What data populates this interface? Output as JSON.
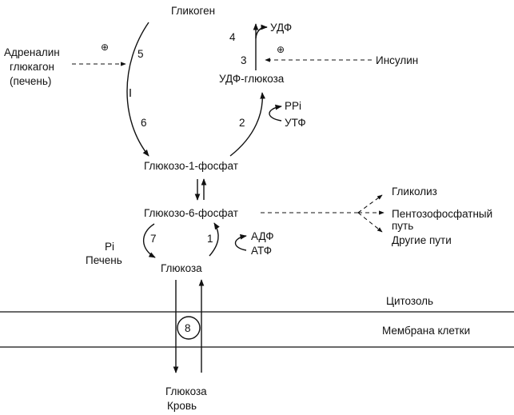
{
  "metabolites": {
    "glycogen": "Гликоген",
    "udp": "УДФ",
    "udp_glucose": "УДФ-глюкоза",
    "ppi": "PPi",
    "utp": "УТФ",
    "glucose_1p": "Глюкозо-1-фосфат",
    "glucose_6p": "Глюкозо-6-фосфат",
    "glycolysis": "Гликолиз",
    "pentose_1": "Пентозофосфатный",
    "pentose_2": "путь",
    "other_paths": "Другие пути",
    "adp": "АДФ",
    "atp": "АТФ",
    "pi": "Pi",
    "liver_pi": "Печень",
    "glucose": "Глюкоза",
    "blood_glucose": "Глюкоза",
    "blood": "Кровь"
  },
  "regulators": {
    "adrenaline_1": "Адреналин",
    "adrenaline_2": "глюкагон",
    "adrenaline_3": "(печень)",
    "insulin": "Инсулин",
    "plus": "⊕"
  },
  "steps": [
    "1",
    "2",
    "3",
    "4",
    "5",
    "6",
    "7",
    "8"
  ],
  "compartments": {
    "cytosol": "Цитозоль",
    "membrane": "Мембрана клетки"
  }
}
